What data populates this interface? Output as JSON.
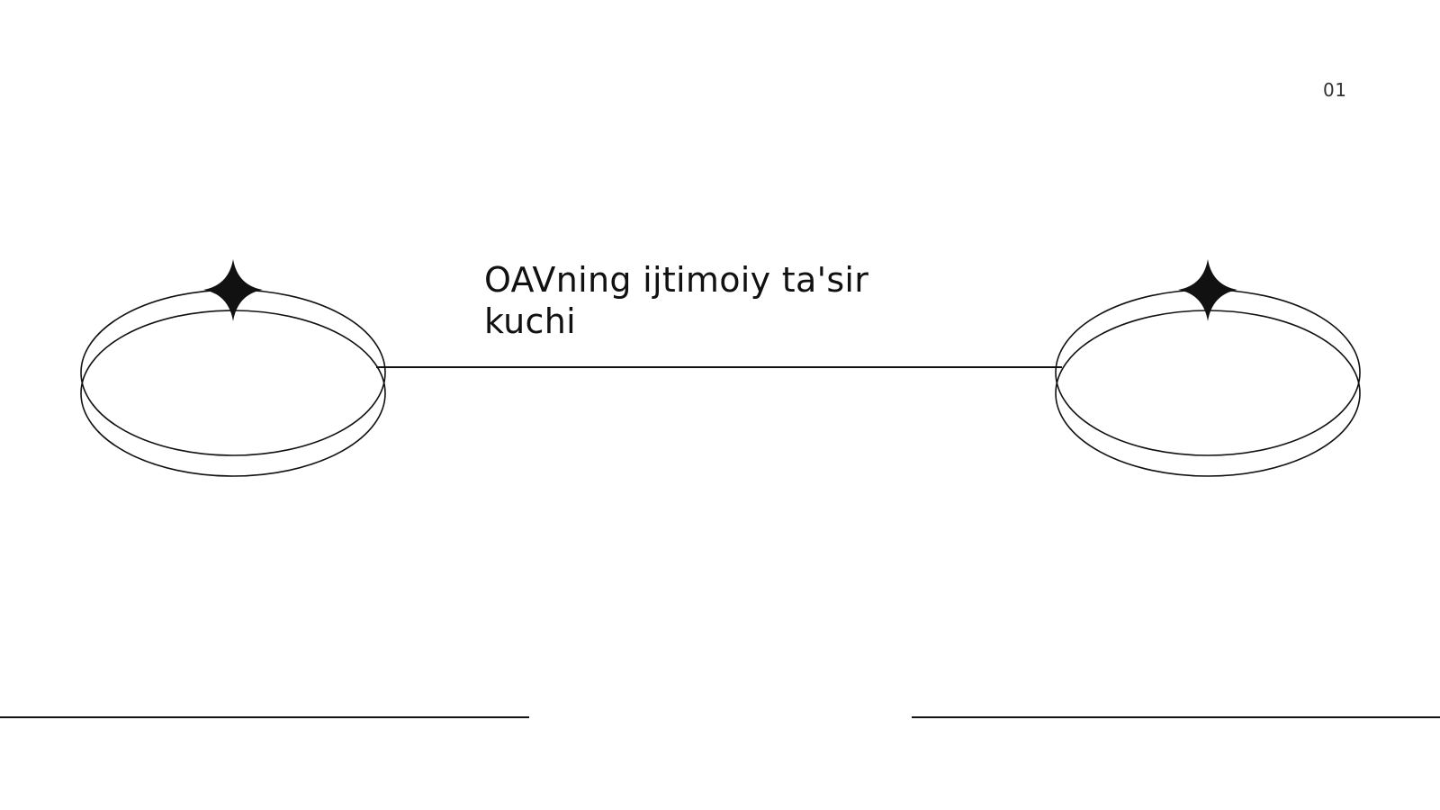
{
  "slide": {
    "page_number": "01",
    "title": "OAVning ijtimoiy ta'sir kuchi"
  },
  "colors": {
    "background": "#ffffff",
    "line": "#111111",
    "text": "#111111",
    "page_number": "#333333"
  },
  "icons": {
    "left_orb": "ellipse-ring-with-sparkle",
    "right_orb": "ellipse-ring-with-sparkle"
  }
}
